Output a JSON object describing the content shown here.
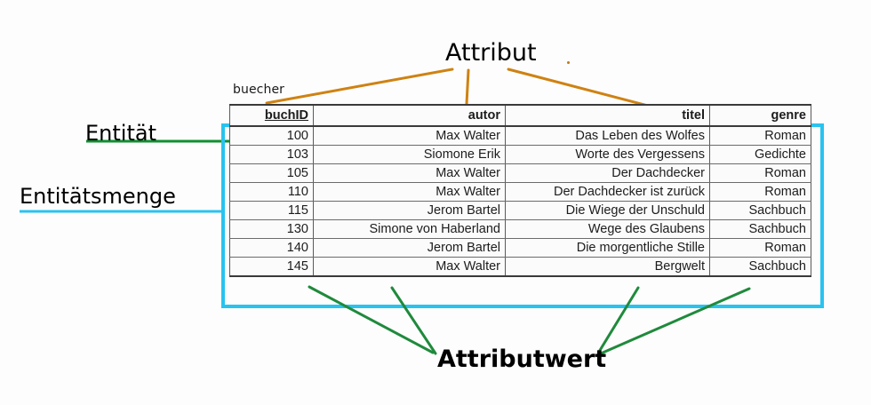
{
  "diagram": {
    "title_caption": "buecher",
    "colors": {
      "attribute_connector": "#cf8212",
      "entity_line": "#0f8f2e",
      "entity_set_box": "#29c3ef",
      "value_connector": "#1f8a3c",
      "table_border": "#4a4a4a",
      "text": "#1a1a1a",
      "background": "#fdfdfd"
    },
    "labels": {
      "attribut": "Attribut",
      "entitaet": "Entität",
      "entitaetsmenge": "Entitätsmenge",
      "attributwert": "Attributwert"
    }
  },
  "table": {
    "name": "buecher",
    "columns": [
      {
        "key": "buchID",
        "label": "buchID",
        "underlined": true
      },
      {
        "key": "autor",
        "label": "autor",
        "underlined": false
      },
      {
        "key": "titel",
        "label": "titel",
        "underlined": false
      },
      {
        "key": "genre",
        "label": "genre",
        "underlined": false
      }
    ],
    "rows": [
      {
        "buchID": "100",
        "autor": "Max Walter",
        "titel": "Das Leben des Wolfes",
        "genre": "Roman"
      },
      {
        "buchID": "103",
        "autor": "Siomone Erik",
        "titel": "Worte des Vergessens",
        "genre": "Gedichte"
      },
      {
        "buchID": "105",
        "autor": "Max Walter",
        "titel": "Der Dachdecker",
        "genre": "Roman"
      },
      {
        "buchID": "110",
        "autor": "Max Walter",
        "titel": "Der Dachdecker ist zurück",
        "genre": "Roman"
      },
      {
        "buchID": "115",
        "autor": "Jerom Bartel",
        "titel": "Die Wiege der Unschuld",
        "genre": "Sachbuch"
      },
      {
        "buchID": "130",
        "autor": "Simone von Haberland",
        "titel": "Wege des Glaubens",
        "genre": "Sachbuch"
      },
      {
        "buchID": "140",
        "autor": "Jerom Bartel",
        "titel": "Die morgentliche Stille",
        "genre": "Roman"
      },
      {
        "buchID": "145",
        "autor": "Max Walter",
        "titel": "Bergwelt",
        "genre": "Sachbuch"
      }
    ]
  }
}
